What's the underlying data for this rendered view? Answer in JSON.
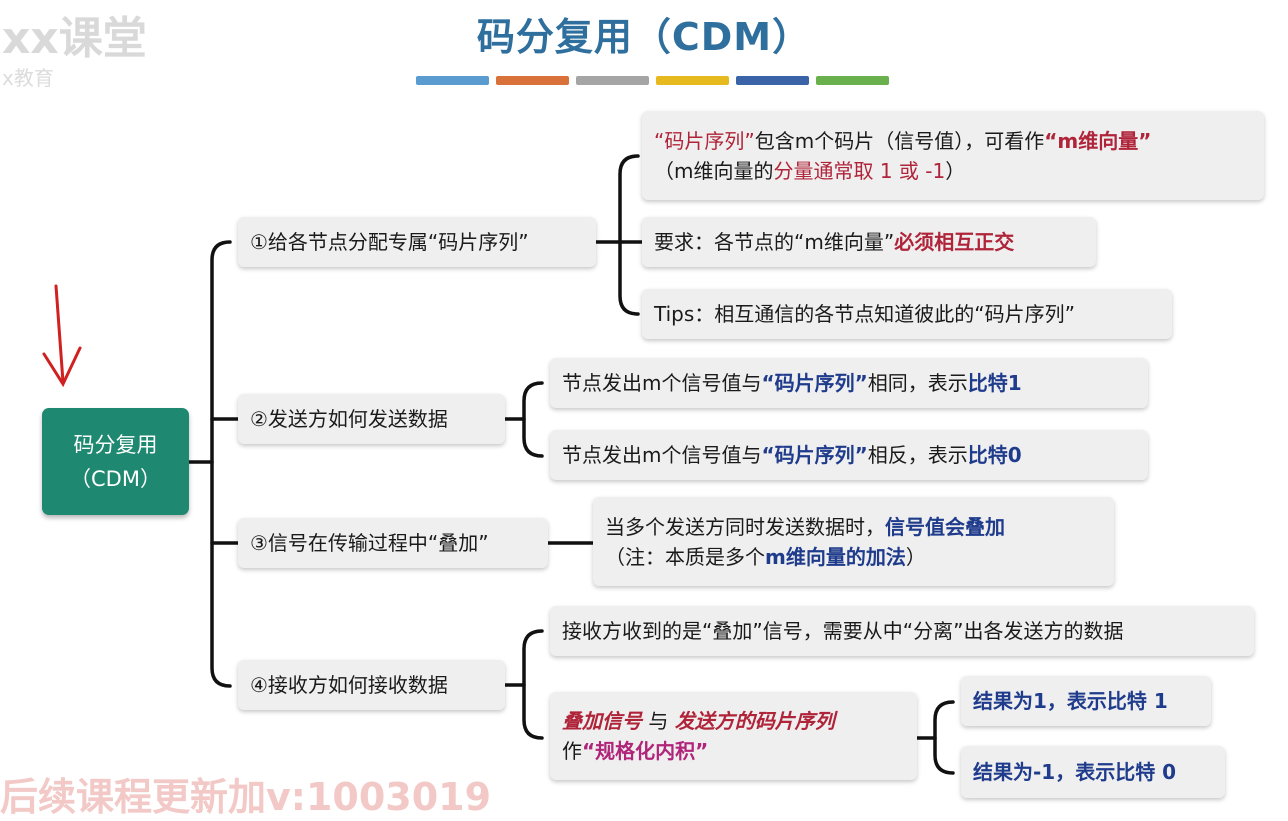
{
  "watermark": {
    "logo_text": "xx课堂",
    "logo_sub": "x教育",
    "bottom_text": "后续课程更新加v:1003019"
  },
  "title": "码分复用（CDM）",
  "stripe_colors": [
    "#5a9bd0",
    "#d9713a",
    "#a5a5a5",
    "#e6b91e",
    "#3a63a8",
    "#6ab04c"
  ],
  "root": {
    "line1": "码分复用",
    "line2": "（CDM）"
  },
  "branches": [
    {
      "label": "①给各节点分配专属“码片序列”"
    },
    {
      "label": "②发送方如何发送数据"
    },
    {
      "label": "③信号在传输过程中“叠加”"
    },
    {
      "label": "④接收方如何接收数据"
    }
  ],
  "b1": {
    "c1": {
      "a": "“码片序列”",
      "b": "包含m个码片（信号值），可看作",
      "c": "“m维向量”",
      "d": "（m维向量的",
      "e": "分量通常取 1 或 -1",
      "f": "）"
    },
    "c2": {
      "a": "要求：各节点的“m维向量”",
      "b": "必须相互正交"
    },
    "c3": {
      "a": "Tips：相互通信的各节点知道彼此的“码片序列”"
    }
  },
  "b2": {
    "c1": {
      "a": "节点发出m个信号值与",
      "b": "“码片序列”",
      "c": "相同，表示",
      "d": "比特1"
    },
    "c2": {
      "a": "节点发出m个信号值与",
      "b": "“码片序列”",
      "c": "相反，表示",
      "d": "比特0"
    }
  },
  "b3": {
    "c1": {
      "a": "当多个发送方同时发送数据时，",
      "b": "信号值会叠加",
      "c": "（注：本质是多个",
      "d": "m维向量的加法",
      "e": "）"
    }
  },
  "b4": {
    "c1": {
      "a": "接收方收到的是“叠加”信号，需要从中“分离”出各发送方的数据"
    },
    "c2": {
      "a": "叠加信号",
      "b": " 与 ",
      "c": "发送方的码片序列",
      "d": "作",
      "e": "“规格化内积”"
    },
    "r1": {
      "a": "结果为1，表示比特 1"
    },
    "r2": {
      "a": "结果为-1，表示比特 0"
    }
  }
}
